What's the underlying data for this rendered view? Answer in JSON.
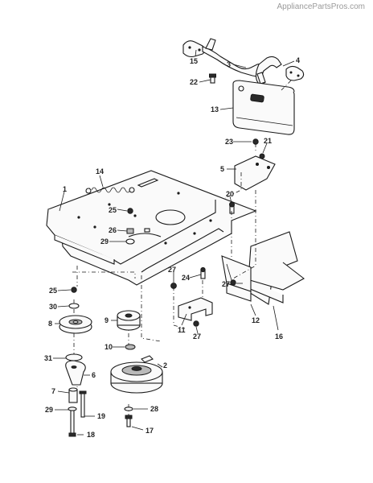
{
  "watermark": "AppliancePartsPros.com",
  "callouts": [
    "1",
    "2",
    "3",
    "4",
    "5",
    "6",
    "7",
    "8",
    "9",
    "10",
    "11",
    "12",
    "13",
    "14",
    "15",
    "16",
    "17",
    "18",
    "19",
    "20",
    "21",
    "22",
    "23",
    "24",
    "25",
    "25",
    "26",
    "27",
    "27",
    "27",
    "28",
    "29",
    "29",
    "30",
    "31"
  ]
}
